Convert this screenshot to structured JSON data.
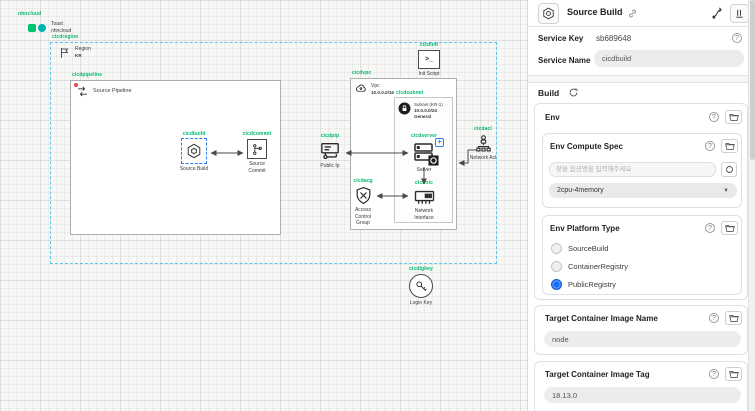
{
  "colors": {
    "accent_green": "#00b96b",
    "selection_blue": "#2f80ed",
    "radio_blue": "#1a6ef5",
    "region_border": "#62c3ea",
    "status_red": "#e5484d"
  },
  "canvas": {
    "provider": {
      "tag": "nhncloud",
      "line1": "Toast",
      "line2": "nhncloud"
    },
    "region": {
      "tag": "cicdregion",
      "name": "Region",
      "zone": "KR"
    },
    "pipeline": {
      "tag": "cicdpipeline",
      "title": "Source Pipeline"
    },
    "build": {
      "tag": "cicdbuild",
      "label": "Source Build"
    },
    "commit": {
      "tag": "cicdcommit",
      "label": "Source\nCommit"
    },
    "init": {
      "tag": "cicdinit",
      "label": "Init Script",
      "glyph": ">_"
    },
    "vpc": {
      "tag": "cicdvpc",
      "title": "Vpc",
      "cidr": "10.0.0.0/16"
    },
    "subnet": {
      "tag": "cicdsubnet",
      "title": "Subnet (KR-1)",
      "cidr": "10.0.0.0/24",
      "net_type": "General"
    },
    "public_ip": {
      "tag": "cicdpip",
      "label": "Public Ip"
    },
    "server": {
      "tag": "cicdserver",
      "label": "Server",
      "badge": "+"
    },
    "acg": {
      "tag": "cicdacg",
      "label": "Access\nControl\nGroup"
    },
    "nic": {
      "tag": "cicdnic",
      "label": "Network\nInterface"
    },
    "acl": {
      "tag": "cicdacl",
      "label": "Network Acl"
    },
    "login_key": {
      "tag": "cicdlgkey",
      "label": "Login Key"
    }
  },
  "panel": {
    "title": "Source Build",
    "service_key": {
      "label": "Service Key",
      "value": "sb689648"
    },
    "service_name": {
      "label": "Service Name",
      "value": "cicdbuild"
    },
    "build_section": {
      "label": "Build"
    },
    "env": {
      "title": "Env"
    },
    "compute_spec": {
      "title": "Env Compute Spec",
      "search_placeholder": "찾을 옵션명을 입력해주세요.",
      "selected_option": "2cpu-4memory"
    },
    "platform_type": {
      "title": "Env Platform Type",
      "options": [
        {
          "label": "SourceBuild",
          "selected": false
        },
        {
          "label": "ContainerRegistry",
          "selected": false
        },
        {
          "label": "PublicRegistry",
          "selected": true
        }
      ]
    },
    "image_name": {
      "title": "Target Container Image Name",
      "value": "node"
    },
    "image_tag": {
      "title": "Target Container Image Tag",
      "value": "18.13.0"
    }
  }
}
